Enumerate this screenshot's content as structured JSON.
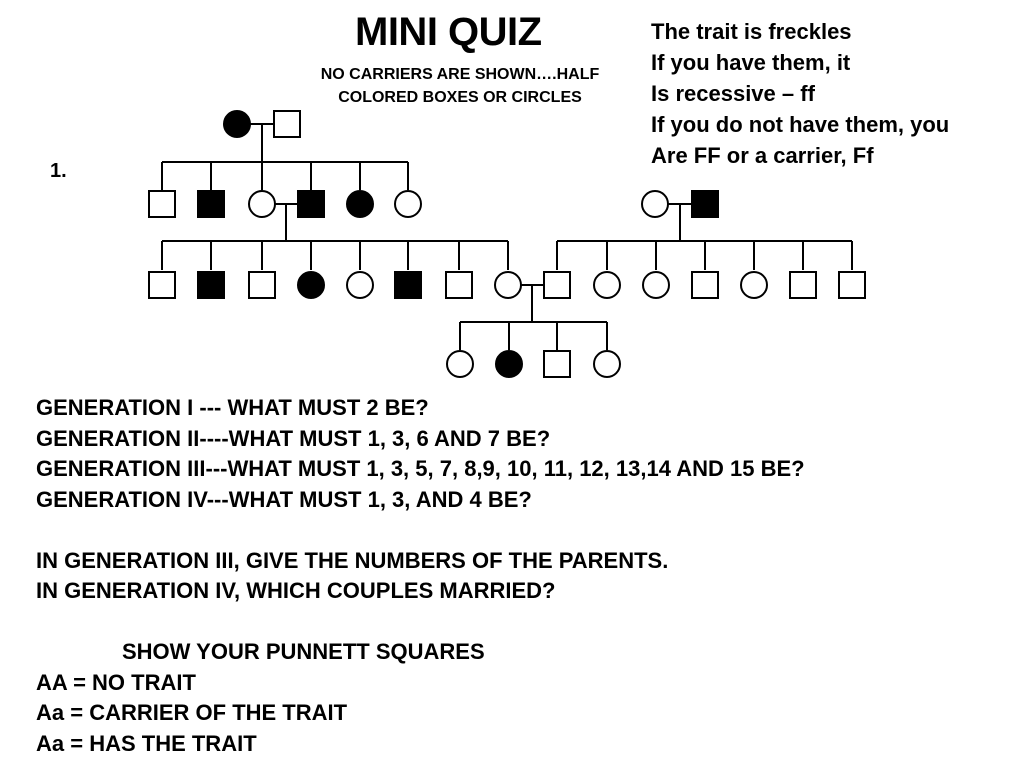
{
  "title": "MINI QUIZ",
  "subtitle": [
    "NO CARRIERS ARE SHOWN….HALF",
    "COLORED BOXES OR CIRCLES"
  ],
  "notes": [
    "The trait is freckles",
    "If you have them, it",
    "Is recessive – ff",
    "If you do not have them, you",
    "Are FF or a carrier, Ff"
  ],
  "pedigree_number": "1.",
  "questions": {
    "gen1": "GENERATION I --- WHAT MUST 2 BE?",
    "gen2": "GENERATION II----WHAT MUST 1, 3, 6 AND 7 BE?",
    "gen3": "GENERATION III---WHAT MUST 1, 3, 5, 7, 8,9, 10, 11, 12, 13,14 AND 15 BE?",
    "gen4": "GENERATION IV---WHAT MUST 1, 3, AND 4 BE?",
    "parents": "IN GENERATION III, GIVE THE NUMBERS OF THE PARENTS.",
    "married": "IN GENERATION IV, WHICH COUPLES MARRIED?",
    "punnett": "SHOW YOUR PUNNETT SQUARES",
    "key1": "AA = NO TRAIT",
    "key2": "Aa = CARRIER OF THE TRAIT",
    "key3": "Aa = HAS THE TRAIT"
  },
  "legend_colors": {
    "affected": "#000000",
    "unaffected": "#ffffff"
  },
  "pedigree": {
    "generation_1": [
      {
        "sex": "female",
        "affected": true
      },
      {
        "sex": "male",
        "affected": false
      }
    ],
    "generation_2": [
      {
        "sex": "male",
        "affected": false
      },
      {
        "sex": "male",
        "affected": true
      },
      {
        "sex": "female",
        "affected": false
      },
      {
        "sex": "male",
        "affected": true
      },
      {
        "sex": "female",
        "affected": true
      },
      {
        "sex": "female",
        "affected": false
      }
    ],
    "outside_couple": [
      {
        "sex": "female",
        "affected": false
      },
      {
        "sex": "male",
        "affected": true
      }
    ],
    "generation_3": [
      {
        "sex": "male",
        "affected": false
      },
      {
        "sex": "male",
        "affected": true
      },
      {
        "sex": "male",
        "affected": false
      },
      {
        "sex": "female",
        "affected": true
      },
      {
        "sex": "female",
        "affected": false
      },
      {
        "sex": "male",
        "affected": true
      },
      {
        "sex": "male",
        "affected": false
      },
      {
        "sex": "female",
        "affected": false
      },
      {
        "sex": "male",
        "affected": false
      },
      {
        "sex": "female",
        "affected": false
      },
      {
        "sex": "female",
        "affected": false
      },
      {
        "sex": "male",
        "affected": false
      },
      {
        "sex": "female",
        "affected": false
      },
      {
        "sex": "male",
        "affected": false
      },
      {
        "sex": "male",
        "affected": false
      }
    ],
    "generation_4": [
      {
        "sex": "female",
        "affected": false
      },
      {
        "sex": "female",
        "affected": true
      },
      {
        "sex": "male",
        "affected": false
      },
      {
        "sex": "female",
        "affected": false
      }
    ]
  }
}
